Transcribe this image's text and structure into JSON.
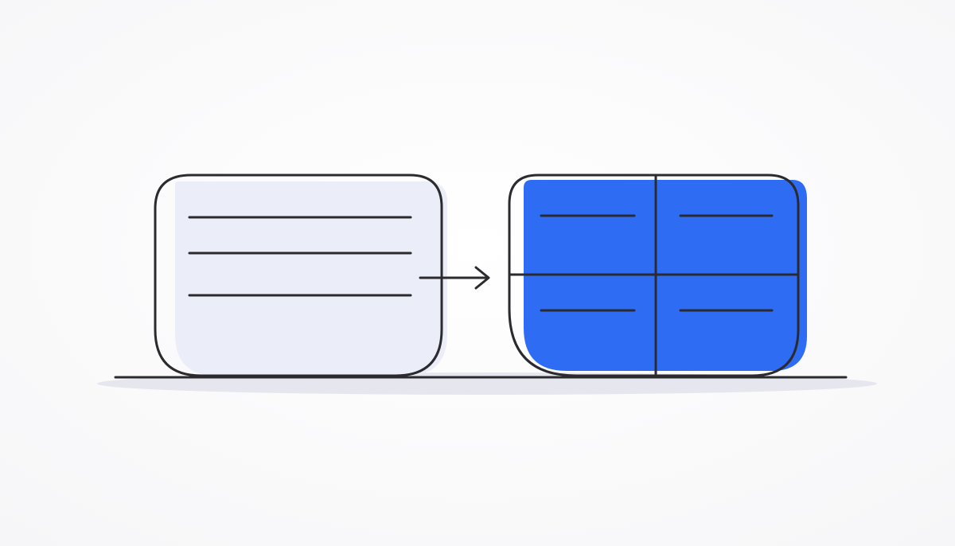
{
  "colors": {
    "background": "#f6f6f8",
    "background_center": "#ffffff",
    "stroke": "#2b2b2f",
    "source_fill": "#ebedf8",
    "target_fill": "#2f6cf4",
    "floor_shadow": "#e6e7ee"
  },
  "source_card": {
    "line_count": 3,
    "description_free": true
  },
  "target_card": {
    "grid_rows": 2,
    "grid_cols": 2,
    "lines_per_cell": 1
  },
  "connector": {
    "icon": "arrow-right-icon",
    "direction": "right"
  }
}
